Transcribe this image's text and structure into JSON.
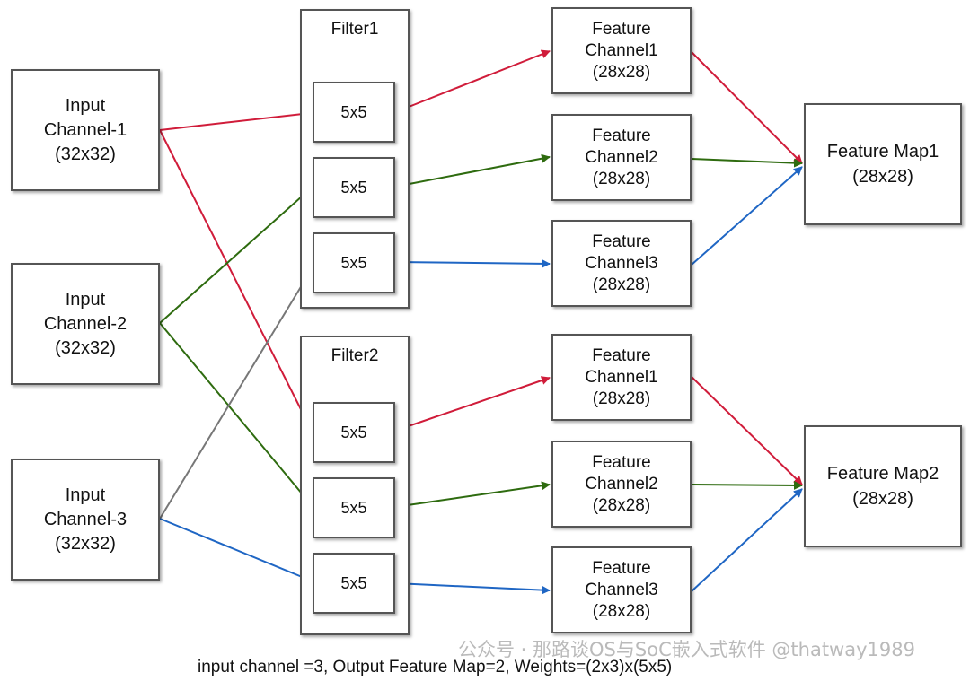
{
  "inputs": [
    {
      "label": "Input\nChannel-1\n(32x32)"
    },
    {
      "label": "Input\nChannel-2\n(32x32)"
    },
    {
      "label": "Input\nChannel-3\n(32x32)"
    }
  ],
  "filters": [
    {
      "label": "Filter1",
      "kernels": [
        "5x5",
        "5x5",
        "5x5"
      ]
    },
    {
      "label": "Filter2",
      "kernels": [
        "5x5",
        "5x5",
        "5x5"
      ]
    }
  ],
  "features": [
    {
      "label": "Feature\nChannel1\n(28x28)"
    },
    {
      "label": "Feature\nChannel2\n(28x28)"
    },
    {
      "label": "Feature\nChannel3\n(28x28)"
    },
    {
      "label": "Feature\nChannel1\n(28x28)"
    },
    {
      "label": "Feature\nChannel2\n(28x28)"
    },
    {
      "label": "Feature\nChannel3\n(28x28)"
    }
  ],
  "maps": [
    {
      "label": "Feature Map1\n(28x28)"
    },
    {
      "label": "Feature Map2\n(28x28)"
    }
  ],
  "caption": "input channel =3, Output Feature Map=2, Weights=(2x3)x(5x5)",
  "watermark": "公众号 · 那路谈OS与SoC嵌入式软件  @thatway1989",
  "colors": {
    "red": "#d01c3a",
    "green": "#2e6b0f",
    "blue": "#1f66c4",
    "gray": "#777777",
    "border": "#555555"
  }
}
